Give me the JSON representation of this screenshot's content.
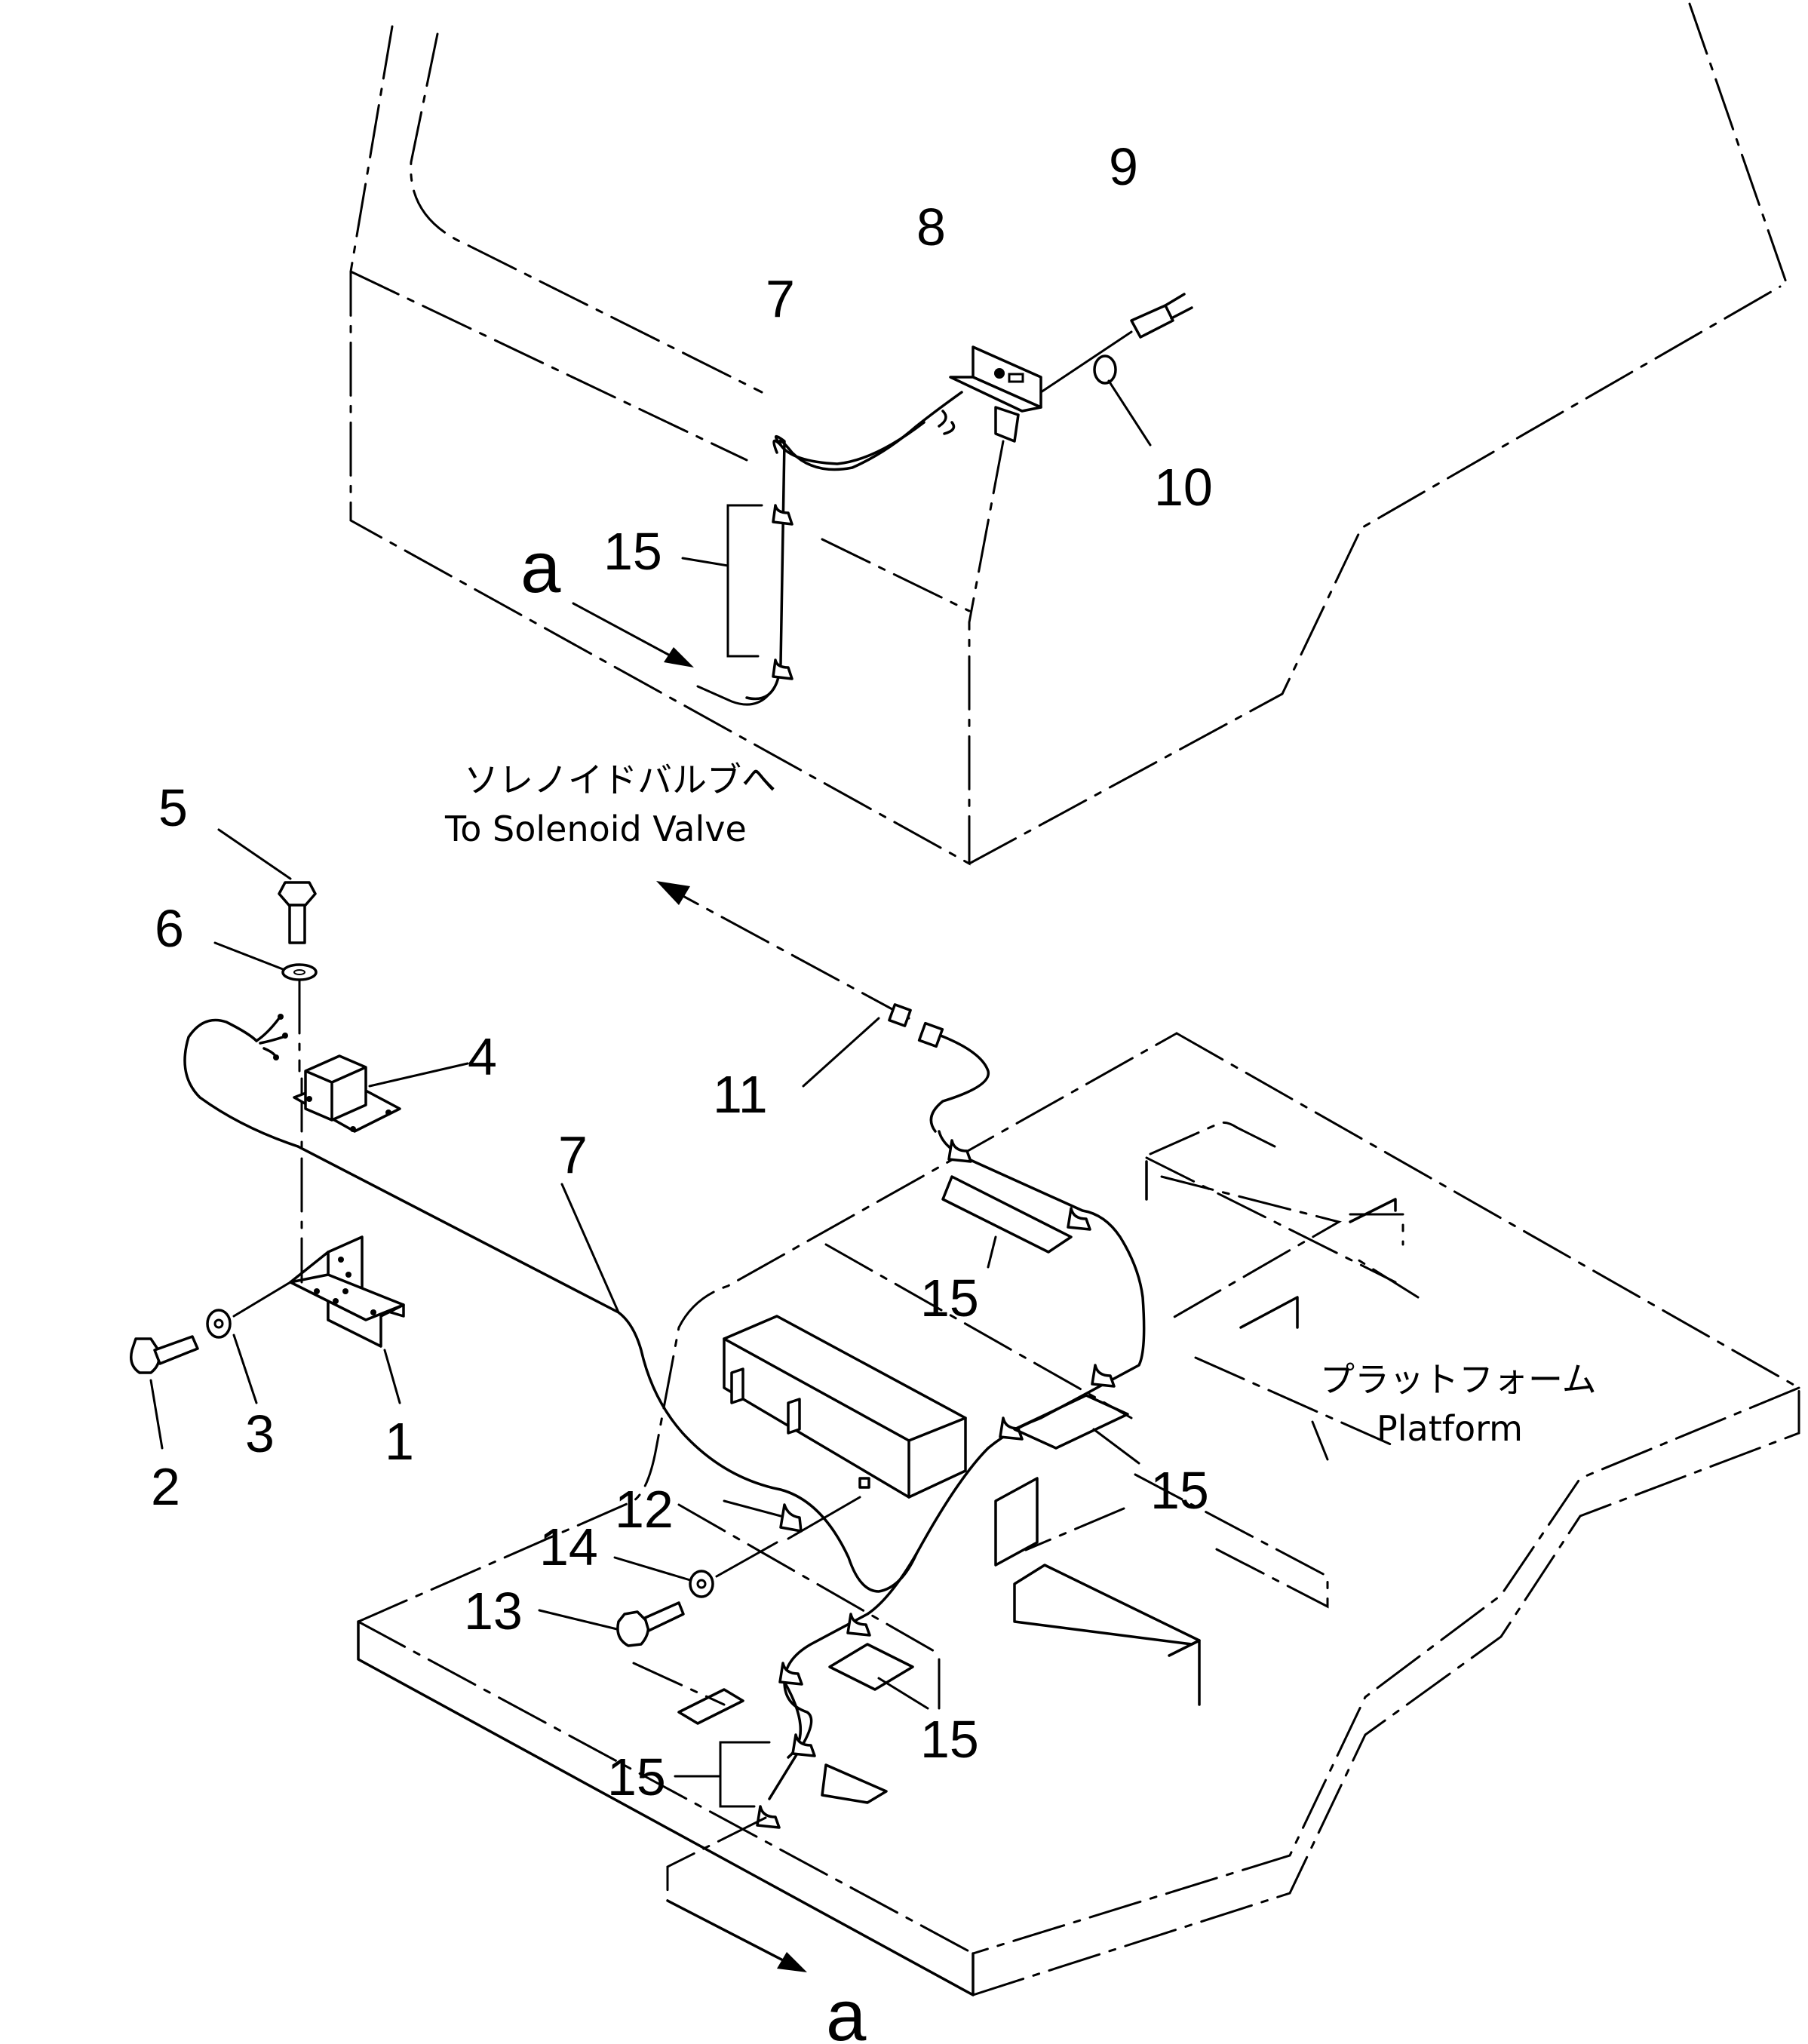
{
  "callouts": [
    {
      "id": "1",
      "label": "1"
    },
    {
      "id": "2",
      "label": "2"
    },
    {
      "id": "3",
      "label": "3"
    },
    {
      "id": "4",
      "label": "4"
    },
    {
      "id": "5",
      "label": "5"
    },
    {
      "id": "6",
      "label": "6"
    },
    {
      "id": "7a",
      "label": "7"
    },
    {
      "id": "7b",
      "label": "7"
    },
    {
      "id": "8",
      "label": "8"
    },
    {
      "id": "9",
      "label": "9"
    },
    {
      "id": "10",
      "label": "10"
    },
    {
      "id": "11",
      "label": "11"
    },
    {
      "id": "12",
      "label": "12"
    },
    {
      "id": "13",
      "label": "13"
    },
    {
      "id": "14",
      "label": "14"
    },
    {
      "id": "15a",
      "label": "15"
    },
    {
      "id": "15b",
      "label": "15"
    },
    {
      "id": "15c",
      "label": "15"
    },
    {
      "id": "15d",
      "label": "15"
    },
    {
      "id": "15e",
      "label": "15"
    }
  ],
  "connection_marks": {
    "top": "a",
    "bottom": "a"
  },
  "solenoid_note": {
    "jp": "ソレノイドバルブへ",
    "en": "To Solenoid Valve"
  },
  "platform_note": {
    "jp": "プラットフォーム",
    "en": "Platform"
  }
}
